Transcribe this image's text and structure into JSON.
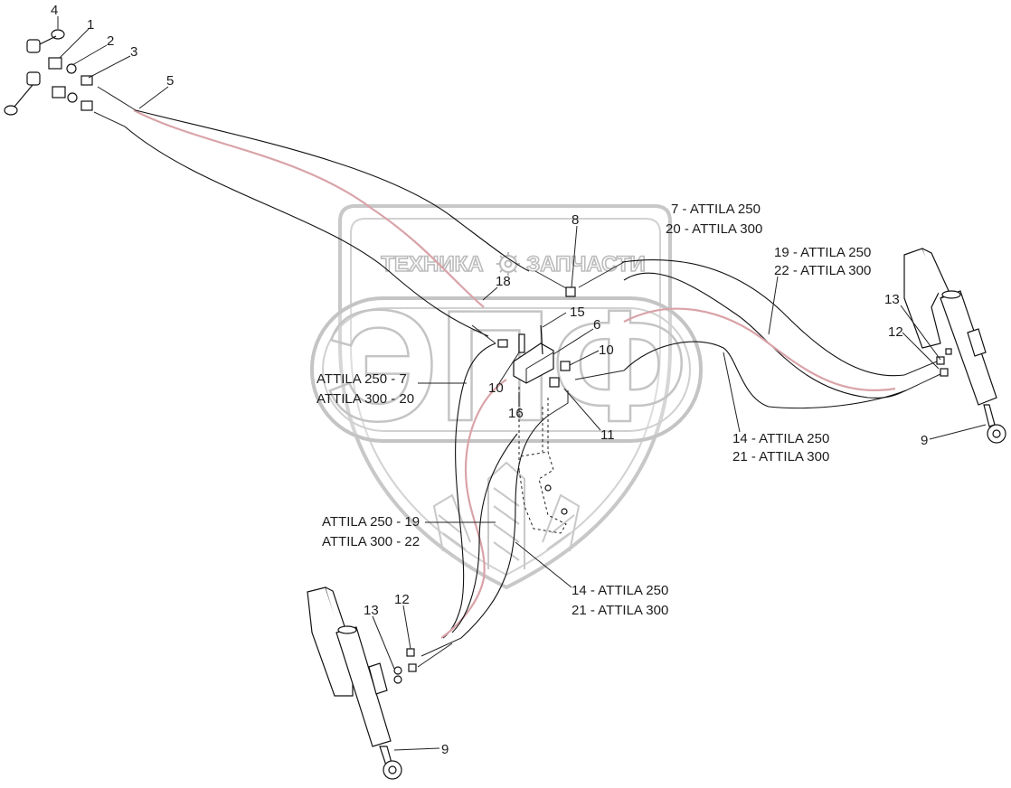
{
  "watermark": {
    "brand_left": "ТЕХНИКА",
    "brand_right": "ЗАПЧАСТИ",
    "monogram": "ЭПФ"
  },
  "labels": {
    "n4": "4",
    "n1": "1",
    "n2": "2",
    "n3": "3",
    "n5": "5",
    "n8": "8",
    "n18": "18",
    "n15": "15",
    "n6": "6",
    "n10a": "10",
    "n10b": "10",
    "n16": "16",
    "n11": "11",
    "n13r": "13",
    "n12r": "12",
    "n9r": "9",
    "n13l": "13",
    "n12l": "12",
    "n9l": "9",
    "top_7": "7 - ATTILA 250",
    "top_20": "20 - ATTILA 300",
    "r_19": "19 - ATTILA 250",
    "r_22": "22 - ATTILA 300",
    "l_7": "ATTILA 250 - 7",
    "l_20": "ATTILA 300 - 20",
    "m_14": "14 - ATTILA 250",
    "m_21": "21 - ATTILA 300",
    "ll_19": "ATTILA 250 - 19",
    "ll_22": "ATTILA 300 - 22",
    "b_14": "14 - ATTILA 250",
    "b_21": "21 - ATTILA 300"
  }
}
